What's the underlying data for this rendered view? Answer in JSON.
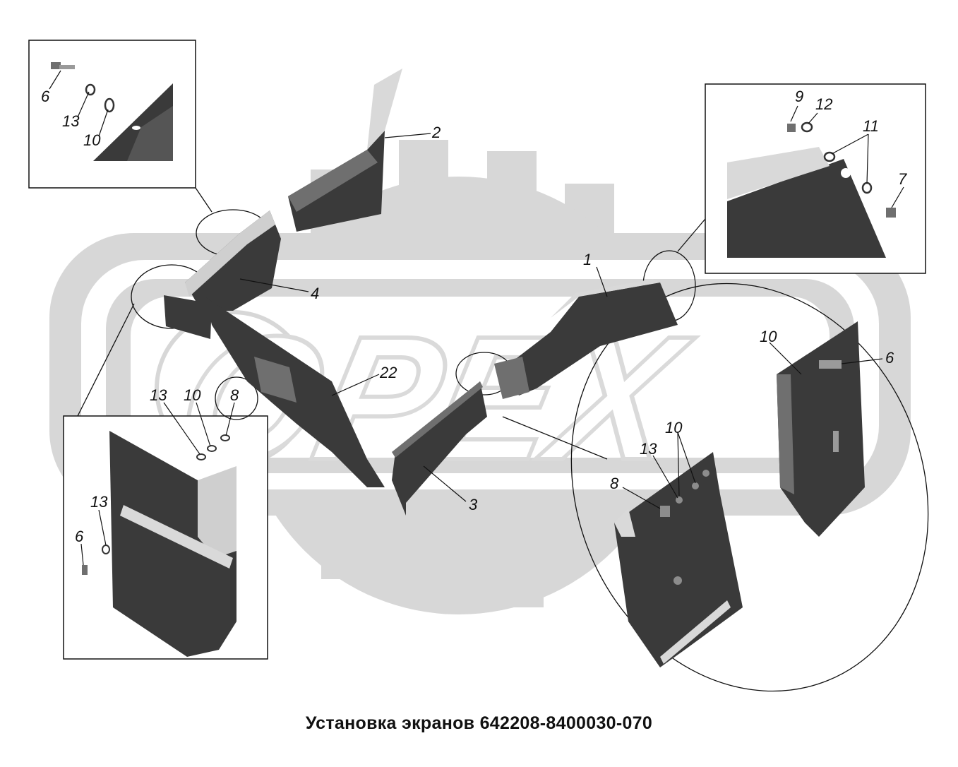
{
  "caption": "Установка экранов 642208-8400030-070",
  "watermark_text": "OPEX",
  "colors": {
    "part_fill": "#3a3a3a",
    "part_shade": "#6f6f6f",
    "part_light": "#d9d9d9",
    "line": "#111111",
    "watermark": "#d3d3d3"
  },
  "callouts": {
    "main": {
      "c1": "1",
      "c2": "2",
      "c3": "3",
      "c4": "4",
      "c22": "22"
    },
    "inset_top_left": {
      "c6": "6",
      "c13": "13",
      "c10": "10"
    },
    "inset_top_right": {
      "c9": "9",
      "c12": "12",
      "c11": "11",
      "c7": "7"
    },
    "inset_bottom_left": {
      "c13a": "13",
      "c10": "10",
      "c8": "8",
      "c13b": "13",
      "c6": "6"
    },
    "inset_bottom_right": {
      "c10a": "10",
      "c6": "6",
      "c10b": "10",
      "c13": "13",
      "c8": "8"
    }
  }
}
